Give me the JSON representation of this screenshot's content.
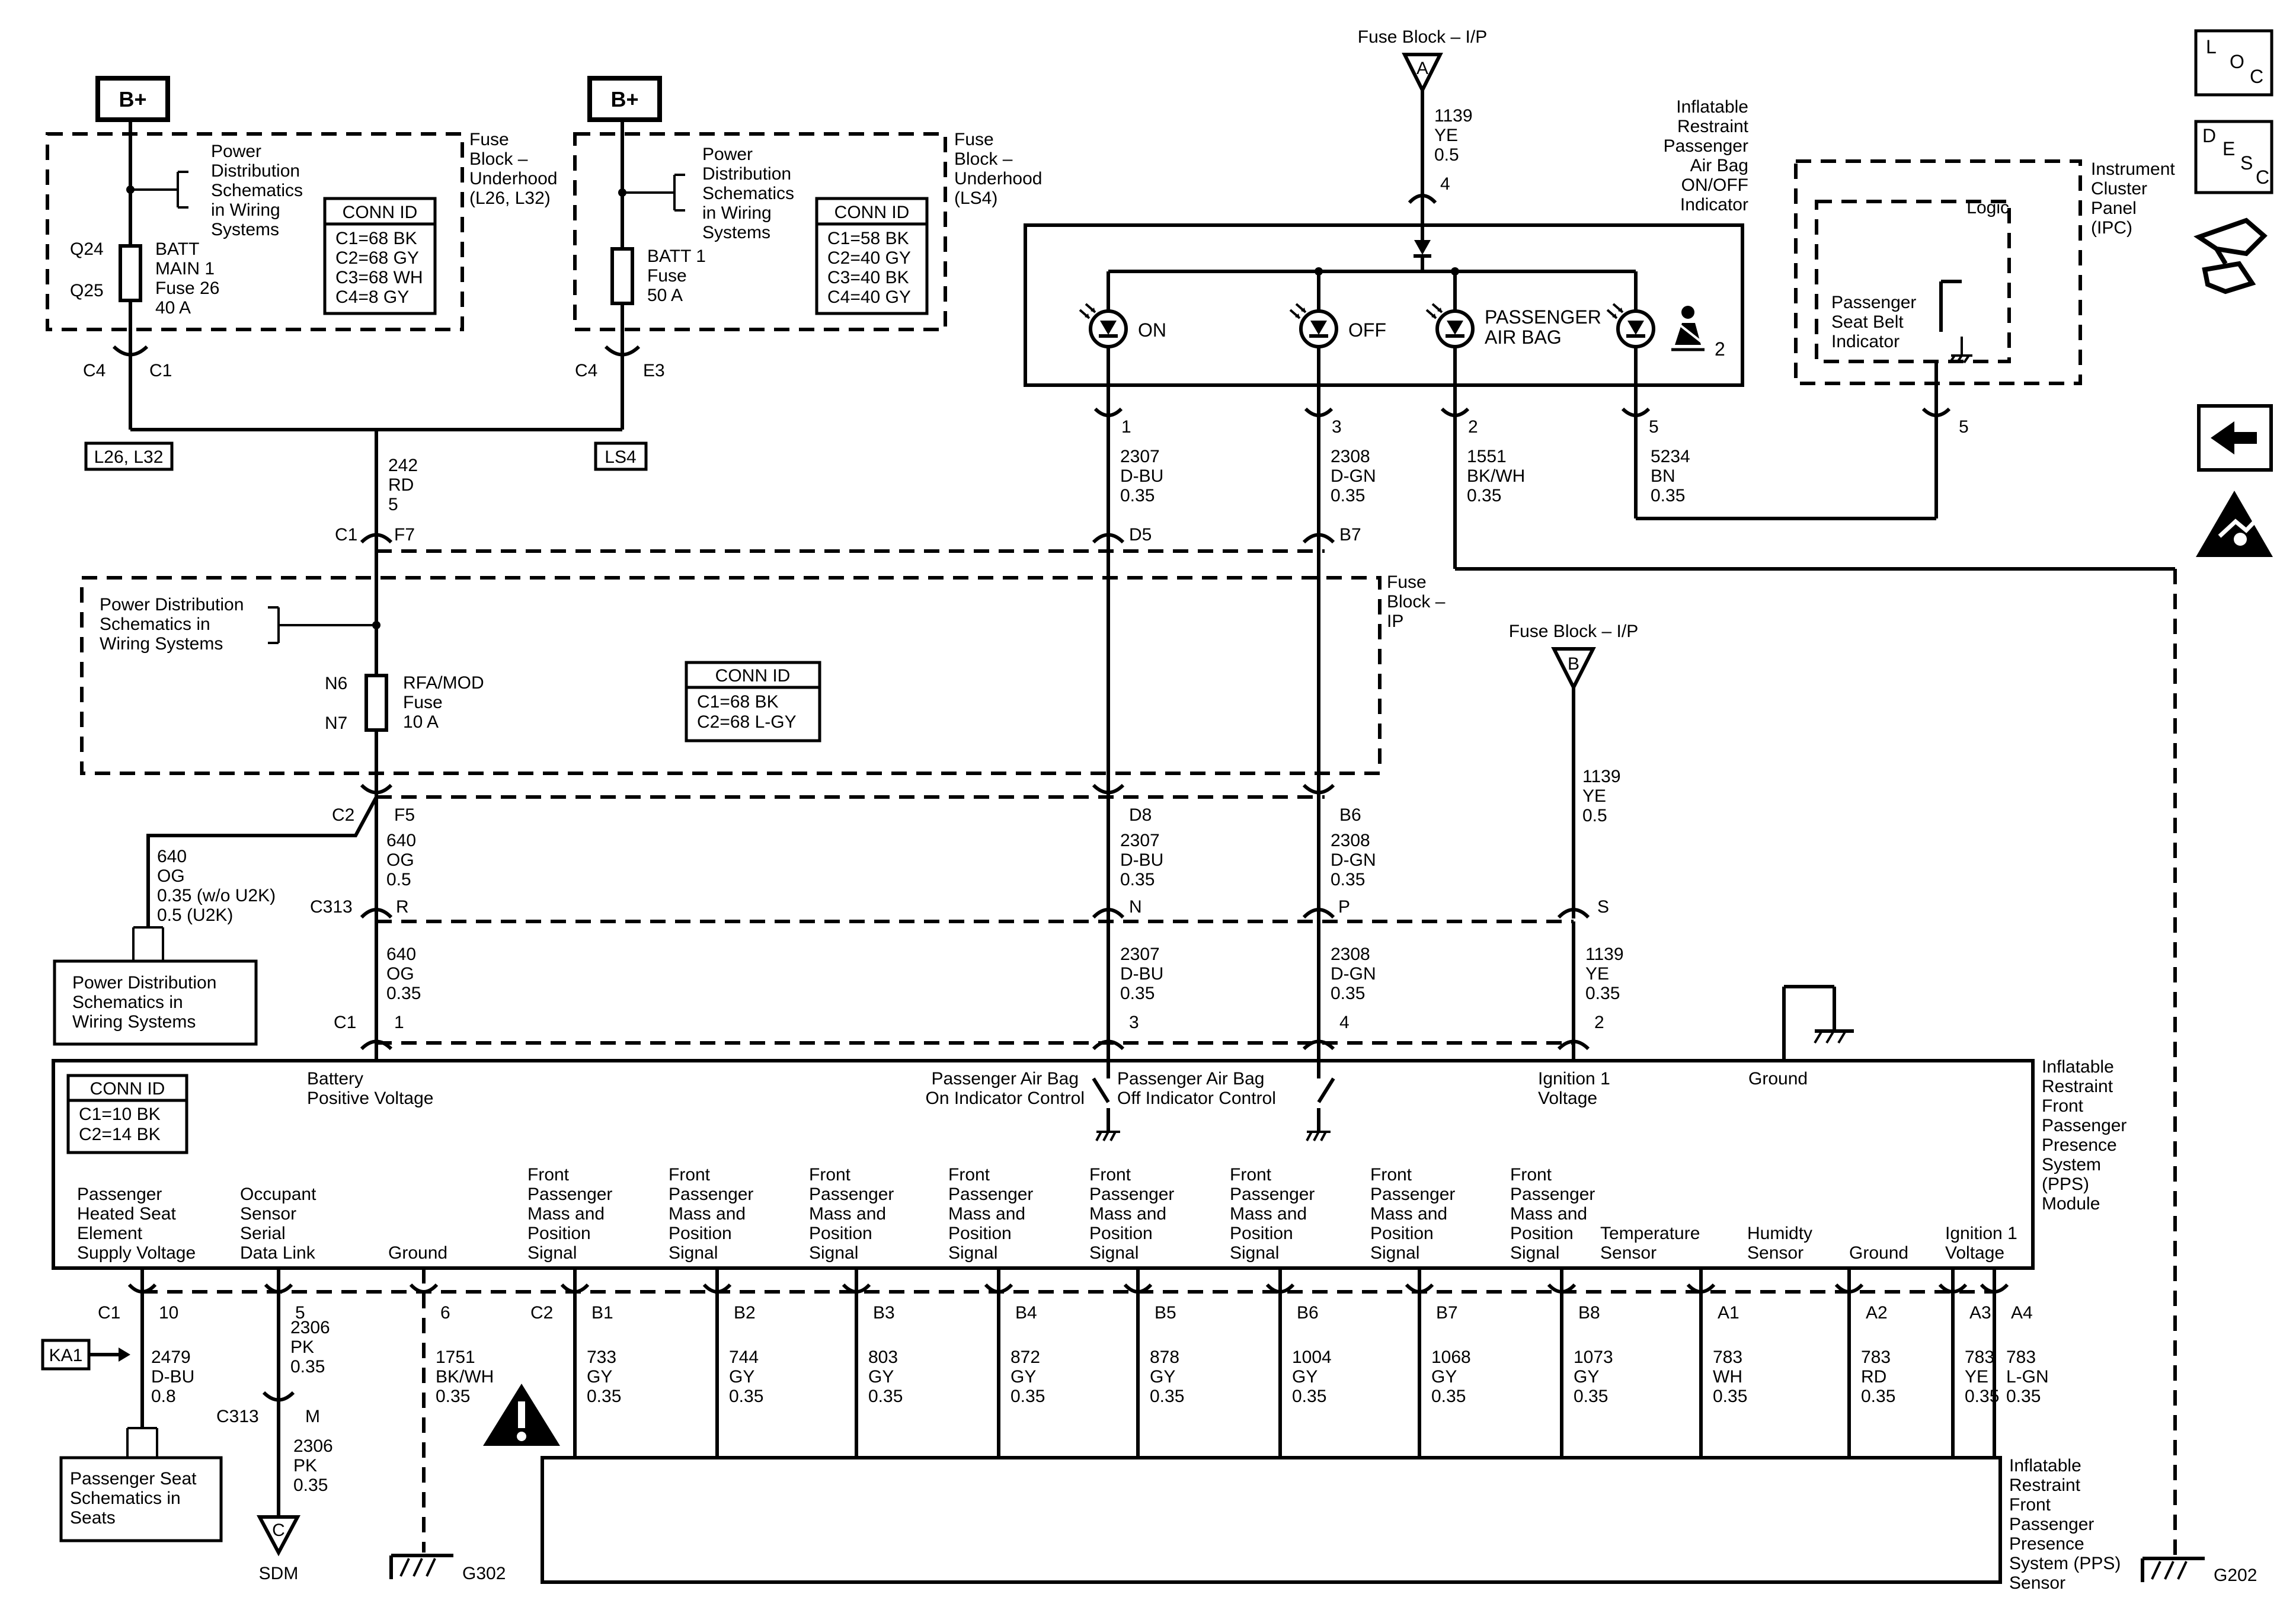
{
  "battery_sources": {
    "left": {
      "label": "B+",
      "option_label": "L26, L32"
    },
    "right": {
      "label": "B+",
      "option_label": "LS4"
    }
  },
  "fuse_block_underhood_left": {
    "title_lines": [
      "Fuse",
      "Block –",
      "Underhood",
      "(L26, L32)"
    ],
    "pds_lines": [
      "Power",
      "Distribution",
      "Schematics",
      "in Wiring",
      "Systems"
    ],
    "fuse_lines": [
      "BATT",
      "MAIN 1",
      "Fuse 26",
      "40 A"
    ],
    "cavity_top": "Q24",
    "cavity_bottom": "Q25",
    "conn_id_title": "CONN ID",
    "conn_id_items": [
      "C1=68 BK",
      "C2=68 GY",
      "C3=68 WH",
      "C4=8 GY"
    ],
    "connector_left": "C4",
    "connector_right": "C1"
  },
  "fuse_block_underhood_right": {
    "title_lines": [
      "Fuse",
      "Block –",
      "Underhood",
      "(LS4)"
    ],
    "pds_lines": [
      "Power",
      "Distribution",
      "Schematics",
      "in Wiring",
      "Systems"
    ],
    "fuse_lines": [
      "BATT 1",
      "Fuse",
      "50 A"
    ],
    "conn_id_title": "CONN ID",
    "conn_id_items": [
      "C1=58 BK",
      "C2=40 GY",
      "C3=40 BK",
      "C4=40 GY"
    ],
    "connector_left": "C4",
    "connector_right": "E3"
  },
  "wire_242": [
    "242",
    "RD",
    "5"
  ],
  "fuse_block_ip": {
    "title_lines": [
      "Fuse",
      "Block –",
      "IP"
    ],
    "pds_lines": [
      "Power Distribution",
      "Schematics in",
      "Wiring Systems"
    ],
    "fuse_lines": [
      "RFA/MOD",
      "Fuse",
      "10 A"
    ],
    "cavity_top": "N6",
    "cavity_bottom": "N7",
    "conn_id_title": "CONN ID",
    "conn_id_items": [
      "C1=68 BK",
      "C2=68 L-GY"
    ],
    "top_connector": {
      "name": "C1",
      "pins": [
        "F7",
        "D5",
        "B7"
      ]
    },
    "bottom_connector": {
      "name": "C2",
      "pins": [
        "F5",
        "D8",
        "B6"
      ]
    }
  },
  "fuse_ref_a": {
    "title": "Fuse Block – I/P",
    "letter": "A",
    "wire": [
      "1139",
      "YE",
      "0.5"
    ],
    "pin": "4"
  },
  "fuse_ref_b": {
    "title": "Fuse Block – I/P",
    "letter": "B",
    "wire": [
      "1139",
      "YE",
      "0.5"
    ]
  },
  "indicator_module": {
    "title_lines": [
      "Inflatable",
      "Restraint",
      "Passenger",
      "Air Bag",
      "ON/OFF",
      "Indicator"
    ],
    "lamps": [
      "ON",
      "OFF",
      "PASSENGER",
      "AIR BAG",
      "2"
    ],
    "pins": [
      "1",
      "3",
      "2",
      "5"
    ],
    "wires": [
      [
        "2307",
        "D-BU",
        "0.35"
      ],
      [
        "2308",
        "D-GN",
        "0.35"
      ],
      [
        "1551",
        "BK/WH",
        "0.35"
      ],
      [
        "5234",
        "BN",
        "0.35"
      ]
    ]
  },
  "ipc": {
    "title_lines": [
      "Instrument",
      "Cluster",
      "Panel",
      "(IPC)"
    ],
    "logic": "Logic",
    "indicator_lines": [
      "Passenger",
      "Seat Belt",
      "Indicator"
    ],
    "pin": "5"
  },
  "legend_icons": {
    "loc": [
      "L",
      "O",
      "C"
    ],
    "desc": [
      "D",
      "E",
      "S",
      "C"
    ]
  },
  "branch_640": [
    "640",
    "OG",
    "0.35 (w/o U2K)",
    "0.5 (U2K)"
  ],
  "pds_box_lower_lines": [
    "Power Distribution",
    "Schematics in",
    "Wiring Systems"
  ],
  "c2_wires": {
    "w640": [
      "640",
      "OG",
      "0.5"
    ],
    "w2307": [
      "2307",
      "D-BU",
      "0.35"
    ],
    "w2308": [
      "2308",
      "D-GN",
      "0.35"
    ]
  },
  "c313": {
    "name": "C313",
    "pins": [
      "R",
      "N",
      "P",
      "S"
    ]
  },
  "c313_wires": {
    "w640": [
      "640",
      "OG",
      "0.35"
    ],
    "w2307": [
      "2307",
      "D-BU",
      "0.35"
    ],
    "w2308": [
      "2308",
      "D-GN",
      "0.35"
    ],
    "w1139": [
      "1139",
      "YE",
      "0.35"
    ]
  },
  "module_c1": {
    "name": "C1",
    "pins": [
      "1",
      "3",
      "4",
      "2"
    ]
  },
  "pps_module": {
    "title_lines": [
      "Inflatable",
      "Restraint",
      "Front",
      "Passenger",
      "Presence",
      "System",
      "(PPS)",
      "Module"
    ],
    "conn_id_title": "CONN ID",
    "conn_id_items": [
      "C1=10 BK",
      "C2=14 BK"
    ],
    "top_labels": {
      "battery": [
        "Battery",
        "Positive Voltage"
      ],
      "on_ctrl": [
        "Passenger Air Bag",
        "On Indicator Control"
      ],
      "off_ctrl": [
        "Passenger Air Bag",
        "Off Indicator Control"
      ],
      "ign": [
        "Ignition 1",
        "Voltage"
      ],
      "ground": [
        "Ground"
      ]
    },
    "bottom_labels": [
      [
        "Passenger",
        "Heated Seat",
        "Element",
        "Supply Voltage"
      ],
      [
        "Occupant",
        "Sensor",
        "Serial",
        "Data Link"
      ],
      [
        "Ground"
      ],
      [
        "Front",
        "Passenger",
        "Mass and",
        "Position",
        "Signal"
      ],
      [
        "Front",
        "Passenger",
        "Mass and",
        "Position",
        "Signal"
      ],
      [
        "Front",
        "Passenger",
        "Mass and",
        "Position",
        "Signal"
      ],
      [
        "Front",
        "Passenger",
        "Mass and",
        "Position",
        "Signal"
      ],
      [
        "Front",
        "Passenger",
        "Mass and",
        "Position",
        "Signal"
      ],
      [
        "Front",
        "Passenger",
        "Mass and",
        "Position",
        "Signal"
      ],
      [
        "Front",
        "Passenger",
        "Mass and",
        "Position",
        "Signal"
      ],
      [
        "Front",
        "Passenger",
        "Mass and",
        "Position",
        "Signal"
      ],
      [
        "Temperature",
        "Sensor"
      ],
      [
        "Humidty",
        "Sensor"
      ],
      [
        "Ground"
      ],
      [
        "Ignition 1",
        "Voltage"
      ]
    ]
  },
  "bottom_connector_labels": {
    "c1": "C1",
    "c2": "C2"
  },
  "bottom_pins": [
    "10",
    "5",
    "6",
    "B1",
    "B2",
    "B3",
    "B4",
    "B5",
    "B6",
    "B7",
    "B8",
    "A1",
    "A2",
    "A3",
    "A4"
  ],
  "bottom_wires": [
    [
      "2479",
      "D-BU",
      "0.8"
    ],
    [
      "2306",
      "PK",
      "0.35"
    ],
    [
      "1751",
      "BK/WH",
      "0.35"
    ],
    [
      "733",
      "GY",
      "0.35"
    ],
    [
      "744",
      "GY",
      "0.35"
    ],
    [
      "803",
      "GY",
      "0.35"
    ],
    [
      "872",
      "GY",
      "0.35"
    ],
    [
      "878",
      "GY",
      "0.35"
    ],
    [
      "1004",
      "GY",
      "0.35"
    ],
    [
      "1068",
      "GY",
      "0.35"
    ],
    [
      "1073",
      "GY",
      "0.35"
    ],
    [
      "783",
      "WH",
      "0.35"
    ],
    [
      "783",
      "RD",
      "0.35"
    ],
    [
      "783",
      "YE",
      "0.35"
    ],
    [
      "783",
      "L-GN",
      "0.35"
    ]
  ],
  "ka1": "KA1",
  "seat_box_lines": [
    "Passenger Seat",
    "Schematics in",
    "Seats"
  ],
  "c313_lower": {
    "name": "C313",
    "pin": "M",
    "wire": [
      "2306",
      "PK",
      "0.35"
    ]
  },
  "sdm": {
    "letter": "C",
    "label": "SDM"
  },
  "grounds": {
    "g302": "G302",
    "g202": "G202"
  },
  "pps_sensor_lines": [
    "Inflatable",
    "Restraint",
    "Front",
    "Passenger",
    "Presence",
    "System (PPS)",
    "Sensor"
  ]
}
